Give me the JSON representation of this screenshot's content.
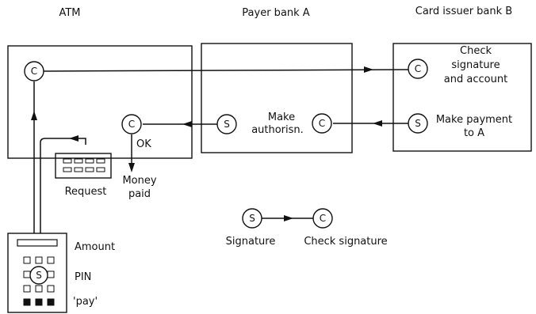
{
  "headers": {
    "atm": "ATM",
    "payer_bank": "Payer bank A",
    "issuer_bank": "Card issuer bank B"
  },
  "nodes": {
    "check": "C",
    "sign": "S"
  },
  "labels": {
    "check_sig_1": "Check",
    "check_sig_2": "signature",
    "check_sig_3": "and account",
    "make_auth_1": "Make",
    "make_auth_2": "authorisn.",
    "make_pay_1": "Make payment",
    "make_pay_2": "to A",
    "ok": "OK",
    "money_1": "Money",
    "money_2": "paid",
    "request": "Request",
    "amount": "Amount",
    "pin": "PIN",
    "pay": "'pay'"
  },
  "legend": {
    "signature": "Signature",
    "check_signature": "Check signature"
  }
}
